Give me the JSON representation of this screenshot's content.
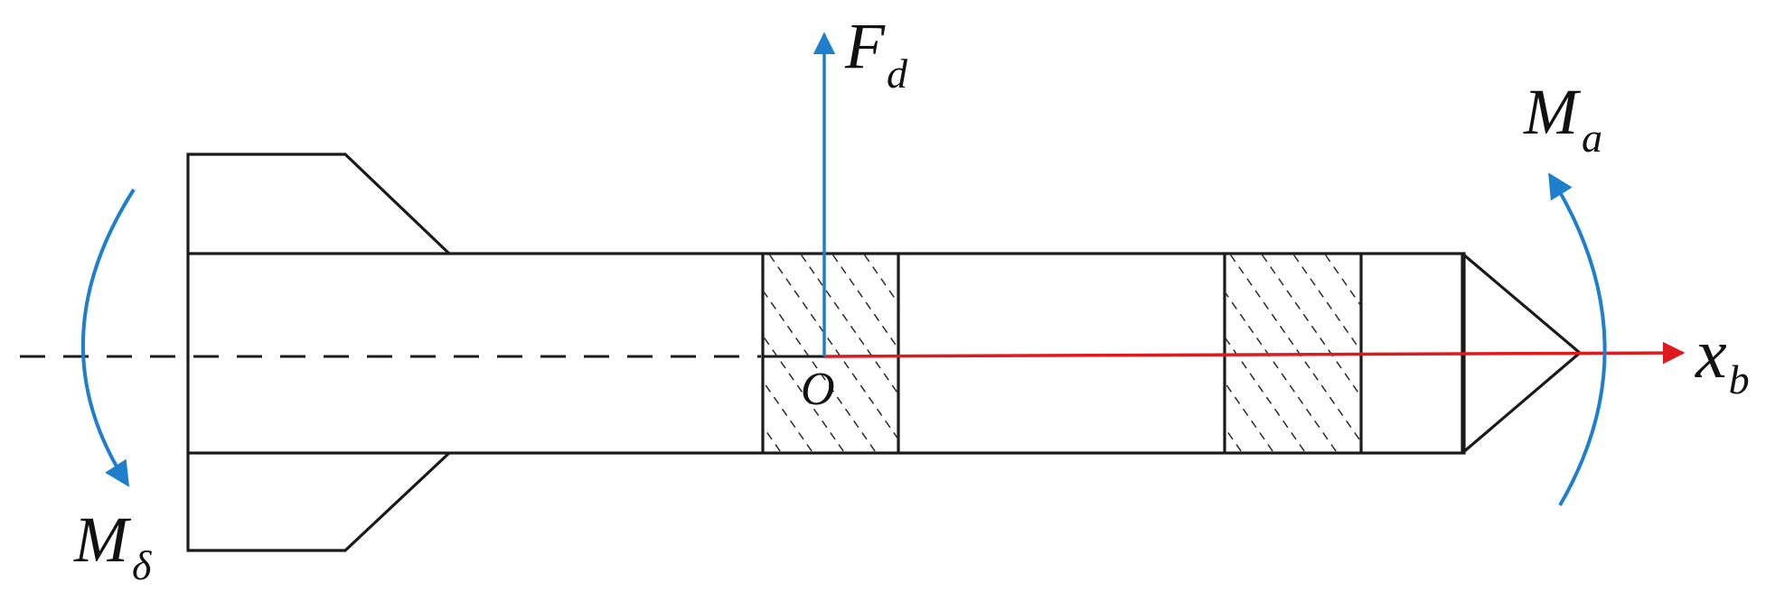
{
  "labels": {
    "force": {
      "main": "F",
      "sub": "d"
    },
    "moment_aero": {
      "main": "M",
      "sub": "a"
    },
    "moment_control": {
      "main": "M",
      "sub": "δ"
    },
    "axis": {
      "main": "x",
      "sub": "b"
    },
    "origin": "O"
  },
  "colors": {
    "outline": "#1a1a1a",
    "force_arrow": "#1f7fcc",
    "axis_arrow": "#e0191f",
    "moment_arrow": "#1f7fcc"
  }
}
